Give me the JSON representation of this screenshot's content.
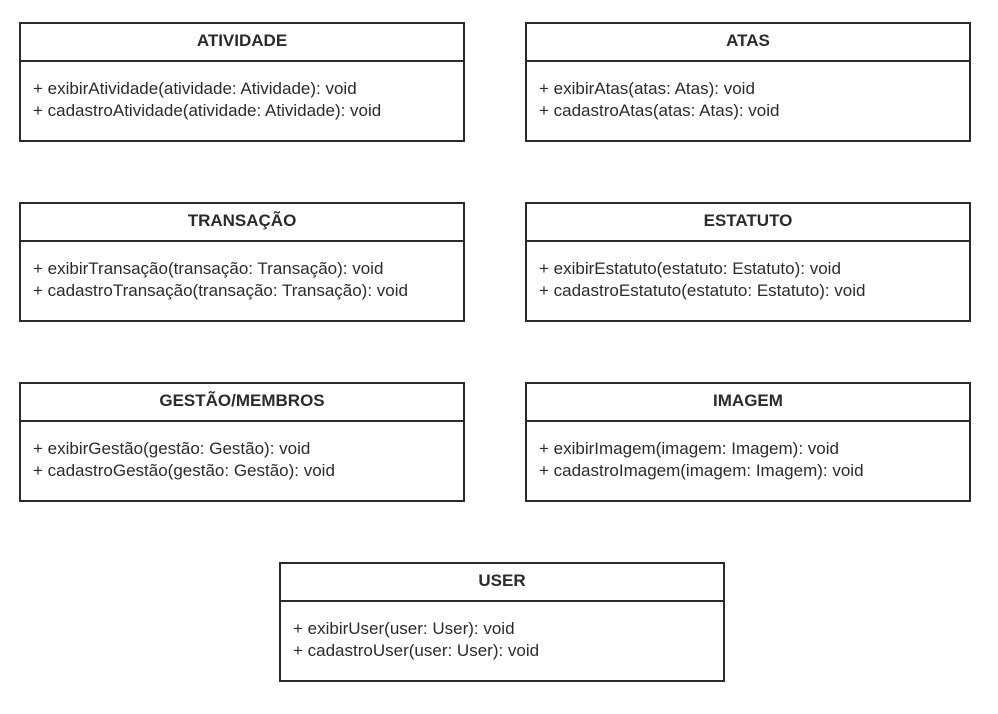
{
  "classes": [
    {
      "name": "ATIVIDADE",
      "methods": [
        "+ exibirAtividade(atividade: Atividade): void",
        "+ cadastroAtividade(atividade: Atividade): void"
      ]
    },
    {
      "name": "ATAS",
      "methods": [
        "+ exibirAtas(atas: Atas): void",
        "+ cadastroAtas(atas: Atas): void"
      ]
    },
    {
      "name": "TRANSAÇÃO",
      "methods": [
        "+ exibirTransação(transação: Transação): void",
        "+ cadastroTransação(transação: Transação): void"
      ]
    },
    {
      "name": "ESTATUTO",
      "methods": [
        "+ exibirEstatuto(estatuto: Estatuto): void",
        "+ cadastroEstatuto(estatuto: Estatuto): void"
      ]
    },
    {
      "name": "GESTÃO/MEMBROS",
      "methods": [
        "+ exibirGestão(gestão: Gestão): void",
        "+ cadastroGestão(gestão: Gestão): void"
      ]
    },
    {
      "name": "IMAGEM",
      "methods": [
        "+ exibirImagem(imagem: Imagem): void",
        "+ cadastroImagem(imagem: Imagem): void"
      ]
    },
    {
      "name": "USER",
      "methods": [
        "+ exibirUser(user: User): void",
        "+ cadastroUser(user: User): void"
      ]
    }
  ]
}
